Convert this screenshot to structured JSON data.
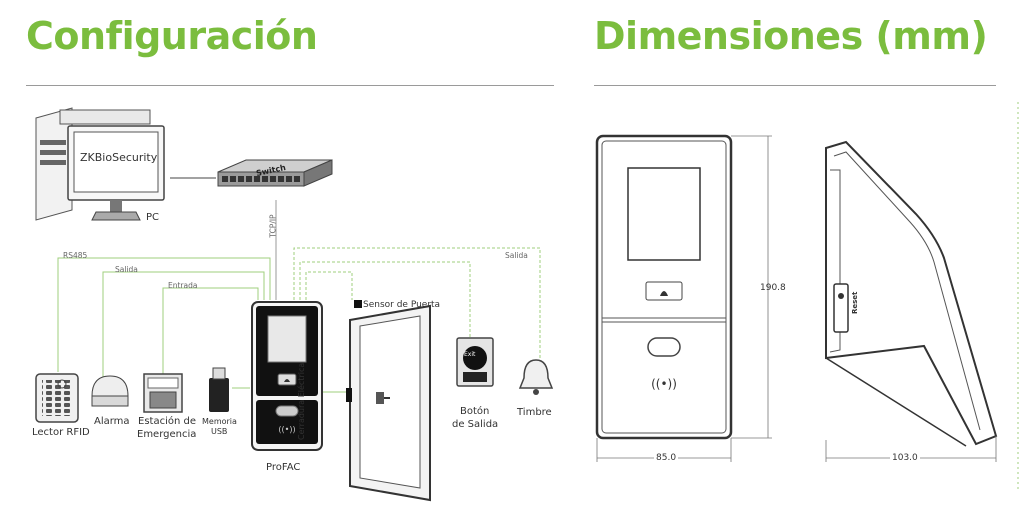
{
  "titles": {
    "config": "Configuración",
    "dimensions": "Dimensiones (mm)"
  },
  "accent_color": "#7bbd3e",
  "line_color": "#9fcf7c",
  "config": {
    "pc_software": "ZKBioSecurity",
    "pc_label": "PC",
    "switch_label": "Switch",
    "tcpip_label": "TCP/IP",
    "wire_labels": {
      "rs485": "RS485",
      "salida_left": "Salida",
      "entrada": "Entrada",
      "salida_right": "Salida"
    },
    "door_sensor_label": "Sensor de Puerta",
    "lock_label": "Cerradura Eléctrica",
    "devices": {
      "rfid": "Lector RFID",
      "alarm": "Alarma",
      "emergency_line1": "Estación de",
      "emergency_line2": "Emergencia",
      "usb_line1": "Memoria",
      "usb_line2": "USB",
      "terminal": "ProFAC",
      "exit_line1": "Botón",
      "exit_line2": "de Salida",
      "exit_face": "Exit",
      "bell": "Timbre"
    }
  },
  "dimensions": {
    "height": "190.8",
    "width": "85.0",
    "depth": "103.0",
    "reset_label": "Reset"
  }
}
